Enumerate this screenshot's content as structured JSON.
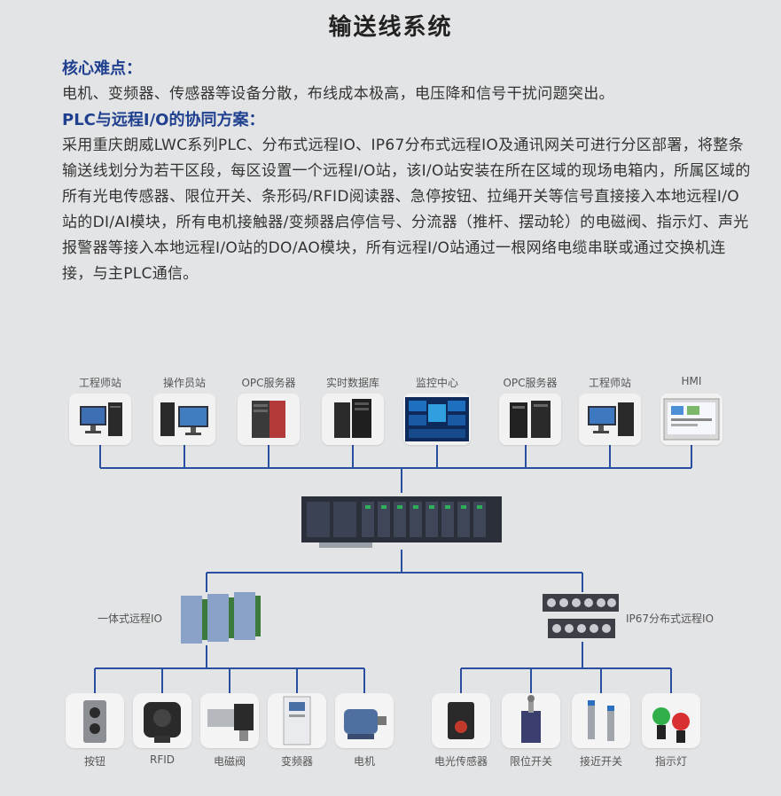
{
  "title": "输送线系统",
  "difficulty": {
    "heading": "核心难点：",
    "text": "电机、变频器、传感器等设备分散，布线成本极高，电压降和信号干扰问题突出。"
  },
  "solution": {
    "heading": "PLC与远程I/O的协同方案：",
    "text": "采用重庆朗威LWC系列PLC、分布式远程IO、IP67分布式远程IO及通讯网关可进行分区部署，将整条输送线划分为若干区段，每区设置一个远程I/O站，该I/O站安装在所在区域的现场电箱内，所属区域的所有光电传感器、限位开关、条形码/RFID阅读器、急停按钮、拉绳开关等信号直接接入本地远程I/O站的DI/AI模块，所有电机接触器/变频器启停信号、分流器（推杆、摆动轮）的电磁阀、指示灯、声光报警器等接入本地远程I/O站的DO/AO模块，所有远程I/O站通过一根网络电缆串联或通过交换机连接，与主PLC通信。"
  },
  "top_devices": [
    {
      "label": "工程师站",
      "icon": "workstation-icon"
    },
    {
      "label": "操作员站",
      "icon": "workstation-icon"
    },
    {
      "label": "OPC服务器",
      "icon": "server-icon"
    },
    {
      "label": "实时数据库",
      "icon": "server-icon"
    },
    {
      "label": "监控中心",
      "icon": "monitor-center-icon"
    },
    {
      "label": "OPC服务器",
      "icon": "server-icon"
    },
    {
      "label": "工程师站",
      "icon": "workstation-icon"
    },
    {
      "label": "HMI",
      "icon": "hmi-icon"
    }
  ],
  "remote_io_label": "一体式远程IO",
  "ip67_label": "IP67分布式远程IO",
  "left_devices": [
    {
      "label": "按钮",
      "icon": "button-box-icon"
    },
    {
      "label": "RFID",
      "icon": "rfid-reader-icon"
    },
    {
      "label": "电磁阀",
      "icon": "solenoid-valve-icon"
    },
    {
      "label": "变频器",
      "icon": "inverter-icon"
    },
    {
      "label": "电机",
      "icon": "motor-icon"
    }
  ],
  "right_devices": [
    {
      "label": "电光传感器",
      "icon": "photo-sensor-icon"
    },
    {
      "label": "限位开关",
      "icon": "limit-switch-icon"
    },
    {
      "label": "接近开关",
      "icon": "proximity-switch-icon"
    },
    {
      "label": "指示灯",
      "icon": "indicator-light-icon"
    }
  ],
  "colors": {
    "line": "#2b4fa0",
    "heading": "#1f3f8f",
    "background": "#e3e4e6"
  }
}
